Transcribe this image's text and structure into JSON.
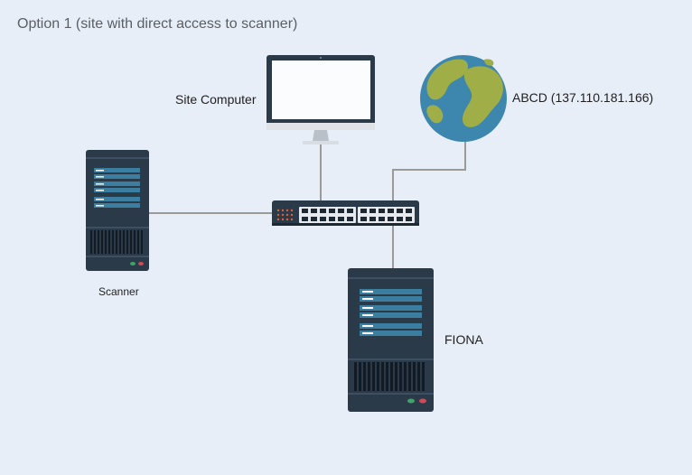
{
  "title": "Option 1 (site with direct access to scanner)",
  "nodes": {
    "site_computer": {
      "label": "Site Computer",
      "icon": "monitor-icon"
    },
    "abcd": {
      "label": "ABCD (137.110.181.166)",
      "icon": "globe-icon"
    },
    "scanner": {
      "label": "Scanner",
      "icon": "server-icon"
    },
    "switch": {
      "icon": "network-switch-icon"
    },
    "fiona": {
      "label": "FIONA",
      "icon": "server-icon"
    }
  },
  "colors": {
    "background": "#e8eef7",
    "server_body": "#2b3a48",
    "server_blue": "#3b7e9f",
    "link_line": "#9a9a9a",
    "ocean": "#3d86ad",
    "land": "#9fae46"
  }
}
